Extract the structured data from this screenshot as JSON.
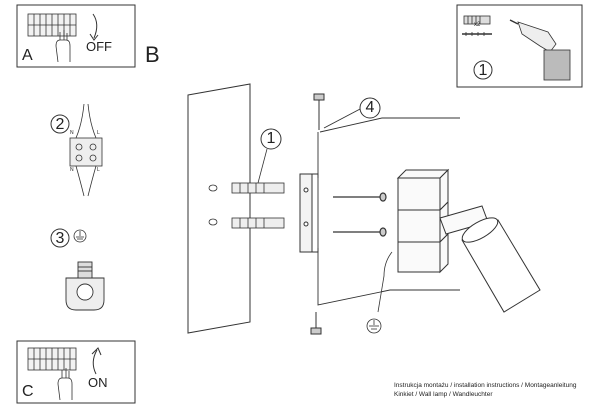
{
  "panels": {
    "a": {
      "letter": "A",
      "action": "OFF"
    },
    "b": {
      "letter": "B"
    },
    "c": {
      "letter": "C",
      "action": "ON"
    }
  },
  "steps": {
    "s1_top": "1",
    "s2": "2",
    "s3": "3",
    "s1_main": "1",
    "s4": "4"
  },
  "hardware": {
    "count": "x2"
  },
  "terminals": {
    "n_top": "N",
    "l_top": "L",
    "n_bottom": "N",
    "l_bottom": "L"
  },
  "footer": {
    "line1": "Instrukcja montażu / installation instructions / Montageanleitung",
    "line2": "Kinkiet / Wall lamp / Wandleuchter"
  },
  "icons": [
    "hand-icon",
    "curved-arrow-icon",
    "drill-icon",
    "screw-icon",
    "wall-plug-icon",
    "ground-icon",
    "terminal-block-icon",
    "lamp-icon",
    "bracket-icon"
  ]
}
